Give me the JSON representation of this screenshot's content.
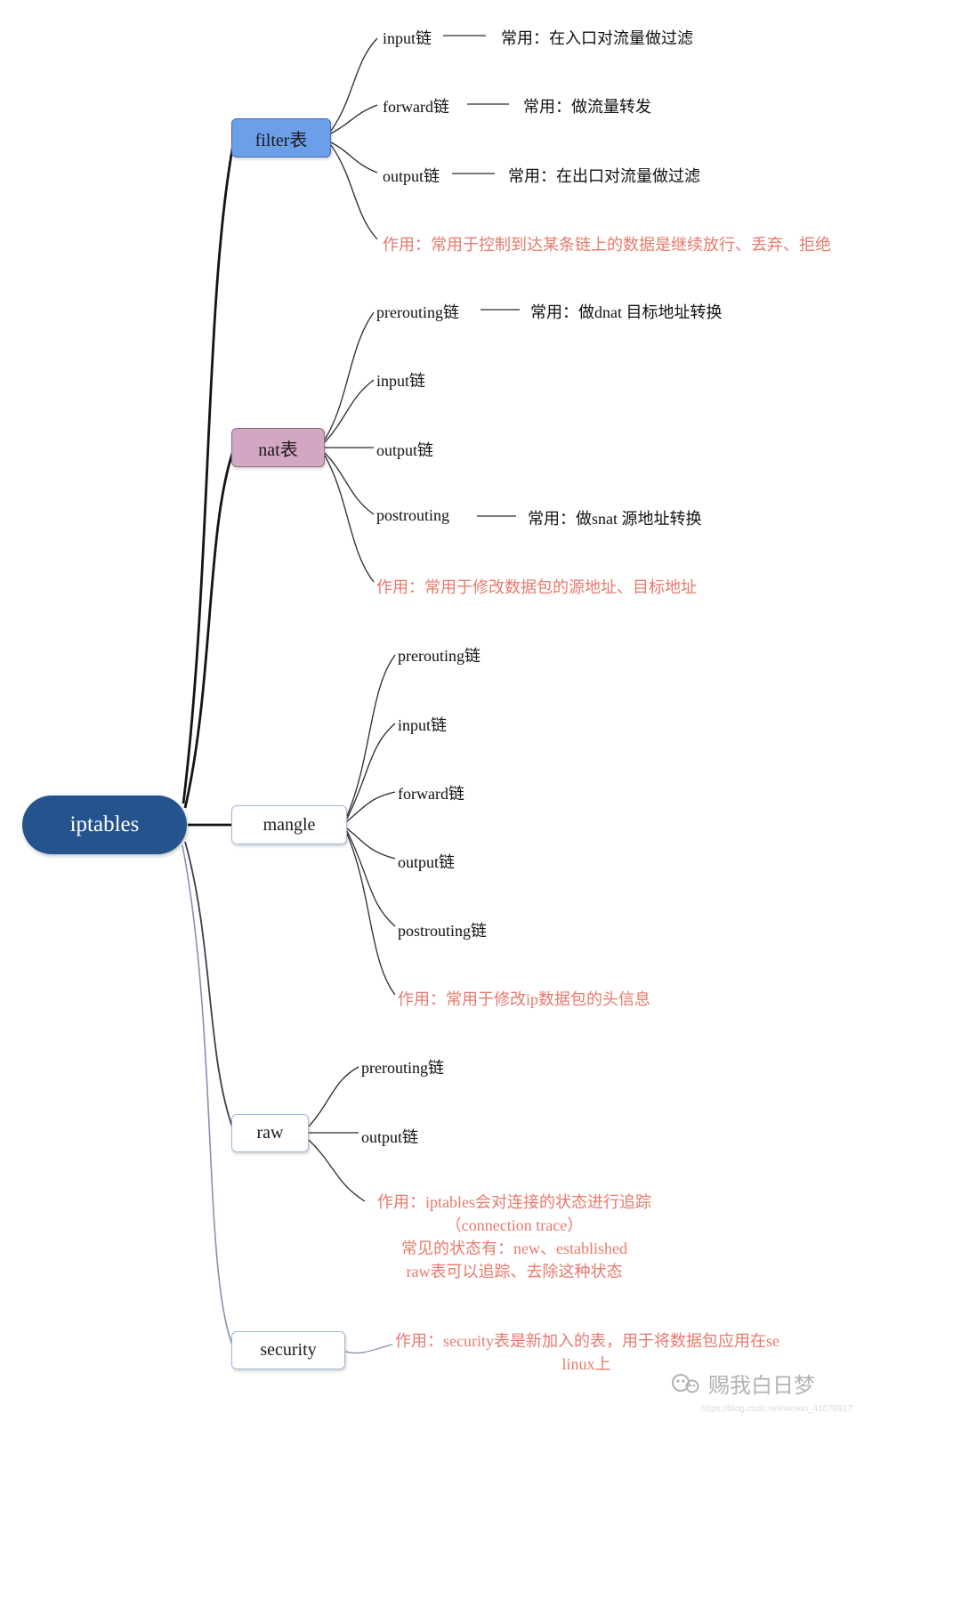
{
  "root": {
    "label": "iptables"
  },
  "branches": [
    {
      "label": "filter表",
      "chains": [
        {
          "label": "input链",
          "note": "常用：在入口对流量做过滤"
        },
        {
          "label": "forward链",
          "note": "常用：做流量转发"
        },
        {
          "label": "output链",
          "note": "常用：在出口对流量做过滤"
        }
      ],
      "action": "作用：常用于控制到达某条链上的数据是继续放行、丢弃、拒绝"
    },
    {
      "label": "nat表",
      "chains": [
        {
          "label": "prerouting链",
          "note": "常用：做dnat 目标地址转换"
        },
        {
          "label": "input链"
        },
        {
          "label": "output链"
        },
        {
          "label": "postrouting",
          "note": "常用：做snat 源地址转换"
        }
      ],
      "action": "作用：常用于修改数据包的源地址、目标地址"
    },
    {
      "label": "mangle",
      "chains": [
        {
          "label": "prerouting链"
        },
        {
          "label": "input链"
        },
        {
          "label": "forward链"
        },
        {
          "label": "output链"
        },
        {
          "label": "postrouting链"
        }
      ],
      "action": "作用：常用于修改ip数据包的头信息"
    },
    {
      "label": "raw",
      "chains": [
        {
          "label": "prerouting链"
        },
        {
          "label": "output链"
        }
      ],
      "action_lines": [
        "作用：iptables会对连接的状态进行追踪",
        "（connection trace）",
        "常见的状态有：new、established",
        "raw表可以追踪、去除这种状态"
      ]
    },
    {
      "label": "security",
      "action_lines": [
        "作用：security表是新加入的表，用于将数据包应用在se",
        "linux上"
      ]
    }
  ],
  "watermark": {
    "text": "赐我白日梦",
    "url": "https://blog.csdn.net/weixin_41078917"
  },
  "colors": {
    "root_bg": "#25538E",
    "filter_bg": "#6D9EEA",
    "nat_bg": "#D3A6C3",
    "action_text": "#E8796B"
  }
}
